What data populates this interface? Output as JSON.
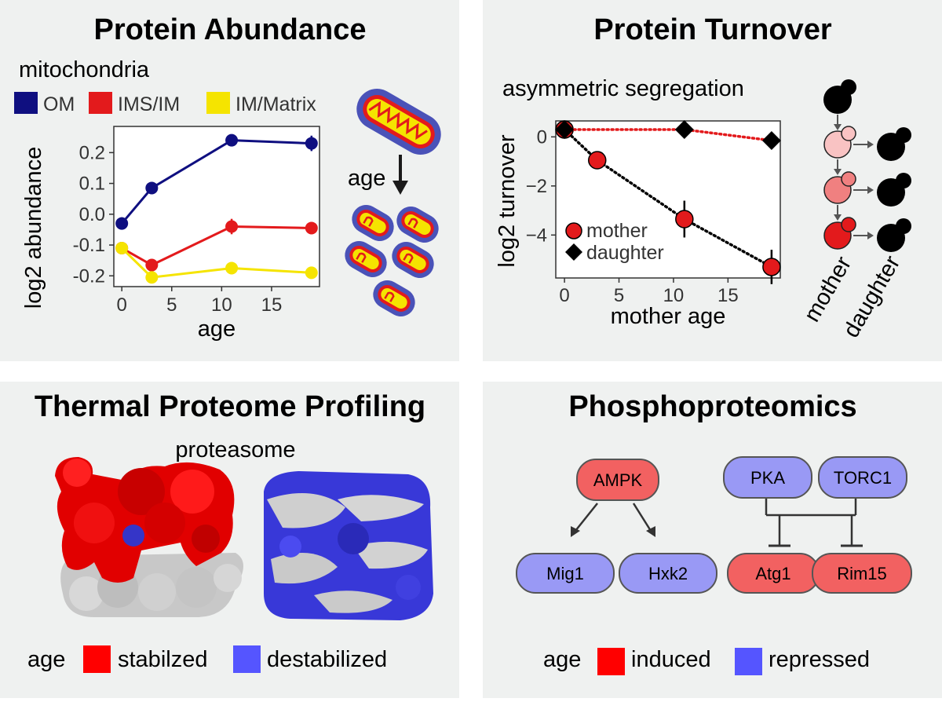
{
  "colors": {
    "navy": "#0f0f80",
    "red": "#e31a1c",
    "yellow": "#f5e400",
    "stabilized": "#ff0000",
    "destabilized": "#5555ff",
    "node_red": "#f26161",
    "node_blue": "#9999f5",
    "panel_bg": "#eff1f0"
  },
  "chart_data": [
    {
      "type": "line",
      "title": "Protein Abundance",
      "subtitle": "mitochondria",
      "xlabel": "age",
      "ylabel": "log2 abundance",
      "xlim": [
        -0.8,
        19.8
      ],
      "ylim": [
        -0.235,
        0.285
      ],
      "xticks": [
        0,
        5,
        10,
        15
      ],
      "yticks": [
        -0.2,
        -0.1,
        0.0,
        0.1,
        0.2
      ],
      "ytick_labels": [
        "-0.2",
        "-0.1",
        "0.0",
        "0.1",
        "0.2"
      ],
      "grid": false,
      "legend_position": "top",
      "series": [
        {
          "name": "OM",
          "color": "#0f0f80",
          "x": [
            0,
            3,
            11,
            19
          ],
          "y": [
            -0.03,
            0.085,
            0.24,
            0.23
          ],
          "err": [
            0.02,
            0.01,
            0.01,
            0.025
          ],
          "marker": "circle",
          "style": "solid"
        },
        {
          "name": "IMS/IM",
          "color": "#e31a1c",
          "x": [
            0,
            3,
            11,
            19
          ],
          "y": [
            -0.11,
            -0.165,
            -0.04,
            -0.045
          ],
          "err": [
            0.012,
            0.015,
            0.025,
            0.01
          ],
          "marker": "circle",
          "style": "solid"
        },
        {
          "name": "IM/Matrix",
          "color": "#f5e400",
          "x": [
            0,
            3,
            11,
            19
          ],
          "y": [
            -0.11,
            -0.205,
            -0.175,
            -0.19
          ],
          "err": [
            0.01,
            0.01,
            0.02,
            0.01
          ],
          "marker": "circle",
          "style": "solid"
        }
      ]
    },
    {
      "type": "line",
      "title": "Protein Turnover",
      "subtitle": "asymmetric segregation",
      "xlabel": "mother age",
      "ylabel": "log2 turnover",
      "xlim": [
        -0.8,
        19.8
      ],
      "ylim": [
        -5.75,
        0.65
      ],
      "xticks": [
        0,
        5,
        10,
        15
      ],
      "yticks": [
        0,
        -2,
        -4
      ],
      "ytick_labels": [
        "0",
        "−2",
        "−4"
      ],
      "grid": false,
      "legend_position": "bottom-left",
      "series": [
        {
          "name": "mother",
          "color": "#e31a1c",
          "x": [
            0,
            3,
            11,
            19
          ],
          "y": [
            0.3,
            -0.95,
            -3.35,
            -5.3
          ],
          "err": [
            0,
            0.2,
            0.75,
            0.7
          ],
          "marker": "circle",
          "style": "dotted",
          "line_color": "#000000"
        },
        {
          "name": "daughter",
          "color": "#000000",
          "x": [
            0,
            11,
            19
          ],
          "y": [
            0.3,
            0.3,
            -0.15
          ],
          "err": [
            0,
            0,
            0
          ],
          "marker": "diamond",
          "style": "dotted",
          "line_color": "#e31a1c"
        }
      ]
    }
  ],
  "abundance": {
    "age_label": "age"
  },
  "turnover": {
    "mother_label": "mother",
    "daughter_label": "daughter"
  },
  "tpp": {
    "title": "Thermal Proteome Profiling",
    "subtitle": "proteasome",
    "legend_prefix": "age",
    "legend_stabilized": "stabilzed",
    "legend_destabilized": "destabilized"
  },
  "phospho": {
    "title": "Phosphoproteomics",
    "nodes": {
      "ampk": "AMPK",
      "pka": "PKA",
      "torc1": "TORC1",
      "mig1": "Mig1",
      "hxk2": "Hxk2",
      "atg1": "Atg1",
      "rim15": "Rim15"
    },
    "legend_prefix": "age",
    "legend_induced": "induced",
    "legend_repressed": "repressed"
  }
}
